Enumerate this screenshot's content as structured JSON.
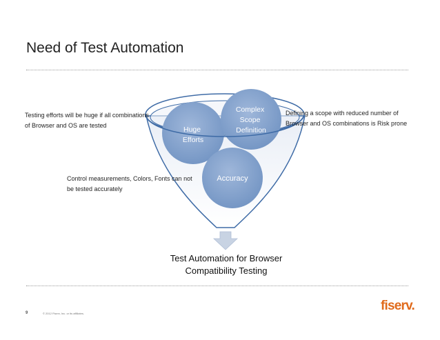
{
  "slide": {
    "title": "Need of Test Automation",
    "circles": {
      "huge_efforts": [
        "Huge",
        "Efforts"
      ],
      "complex_scope": [
        "Complex",
        "Scope",
        "Definition"
      ],
      "accuracy": [
        "Accuracy"
      ]
    },
    "notes": {
      "left_top": "Testing efforts will be huge if all combinations of Browser and OS are tested",
      "left_bottom": "Control measurements, Colors, Fonts can not be tested accurately",
      "right": "Defining a scope with reduced  number of Browser and OS combinations is Risk prone"
    },
    "outcome": "Test Automation for Browser Compatibility Testing",
    "footer": {
      "page_number": "9",
      "copyright": "© 2012 Fiserv, Inc. or its affiliates."
    },
    "logo_text": "fiserv."
  },
  "colors": {
    "funnel_stroke": "#3e6ba6",
    "circle_fill": "#7f9ec9",
    "arrow_fill": "#c8d3e3",
    "logo": "#e06a1b"
  }
}
